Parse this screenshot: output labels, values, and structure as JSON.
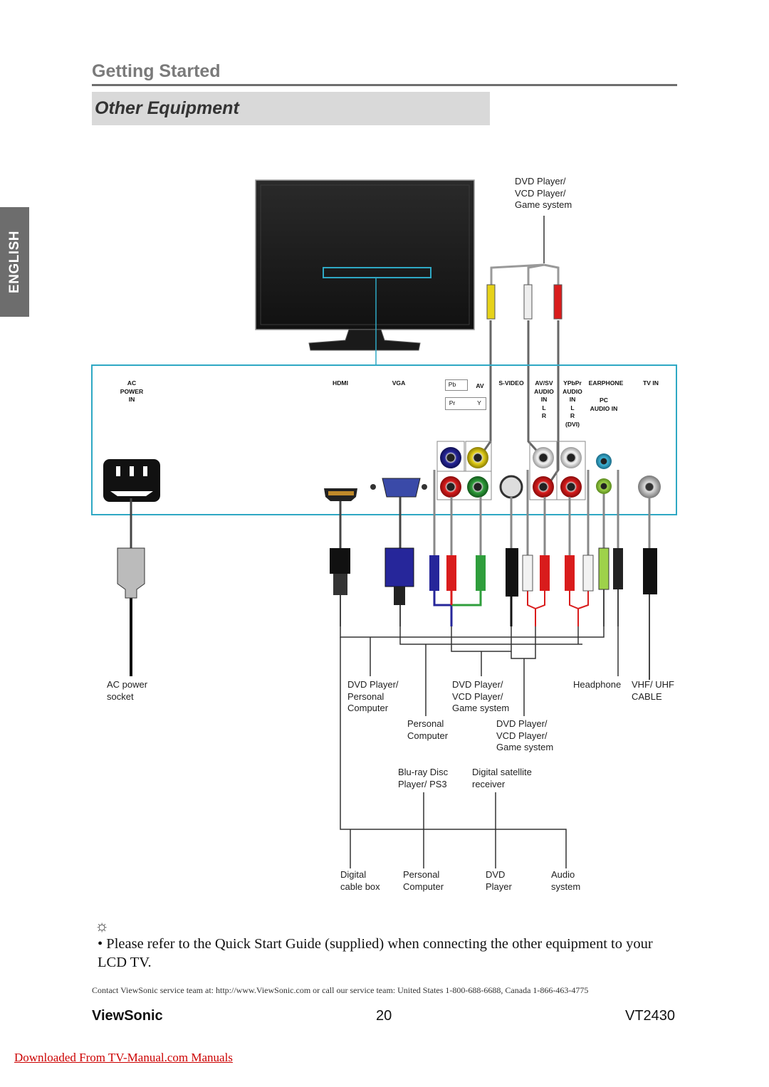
{
  "header": {
    "section_title": "Getting Started",
    "subtitle": "Other Equipment"
  },
  "language_tab": "ENGLISH",
  "panel": {
    "ac": "AC\nPOWER\nIN",
    "hdmi": "HDMI",
    "vga": "VGA",
    "pb": "Pb",
    "pr": "Pr",
    "av": "AV",
    "y": "Y",
    "svideo": "S-VIDEO",
    "avsv": "AV/SV\nAUDIO\nIN\nL\nR",
    "ypbpr": "YPbPr\nAUDIO\nIN\nL\nR\n(DVI)",
    "earphone": "EARPHONE",
    "pc_audio": "PC\nAUDIO IN",
    "tvin": "TV IN"
  },
  "labels": {
    "top_dvd": "DVD Player/\nVCD Player/\nGame system",
    "ac_socket": "AC power\nsocket",
    "dvd_pc": "DVD Player/\nPersonal\nComputer",
    "dvd_vcd_game": "DVD Player/\nVCD Player/\nGame system",
    "headphone": "Headphone",
    "vhf": "VHF/ UHF\nCABLE",
    "pc": "Personal\nComputer",
    "dvd_vcd_game2": "DVD Player/\nVCD Player/\nGame system",
    "bluray": "Blu-ray Disc\nPlayer/ PS3",
    "satellite": "Digital satellite\nreceiver",
    "cablebox": "Digital\ncable box",
    "pc2": "Personal\nComputer",
    "dvd": "DVD\nPlayer",
    "audio": "Audio\nsystem"
  },
  "note": {
    "icon": "lightbulb-icon",
    "text": "• Please refer to the Quick Start Guide (supplied) when connecting the other equipment to your LCD TV."
  },
  "contact": "Contact ViewSonic service team at: http://www.ViewSonic.com or call our service team: United States 1-800-688-6688, Canada 1-866-463-4775",
  "footer": {
    "brand": "ViewSonic",
    "page": "20",
    "model": "VT2430"
  },
  "download_link": "Downloaded From TV-Manual.com Manuals",
  "colors": {
    "panel_border": "#2ea8c4",
    "yellow": "#e6d21a",
    "red": "#d91c1c",
    "green": "#2f9e3c",
    "blue": "#26269a",
    "white_plug": "#f0f0f0"
  }
}
